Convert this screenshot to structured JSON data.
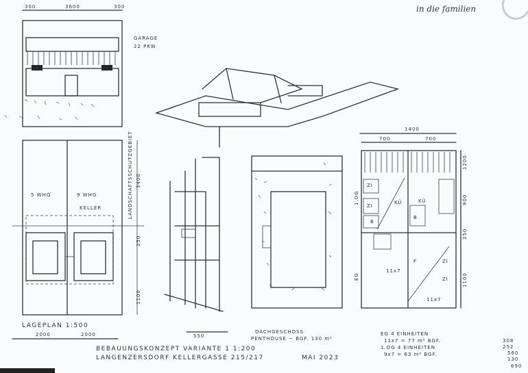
{
  "note_top_right": "in die familien",
  "garage": {
    "dims": [
      "300",
      "3600",
      "300"
    ],
    "label_1": "GARAGE",
    "label_2": "22 PKW"
  },
  "site_plan": {
    "unit_left": "5 WHG",
    "unit_right": "9 WHG",
    "cellar": "KELLER",
    "side_label": "LANDSCHAFTSSCHUTZGEBIET",
    "dim_top": "3400",
    "dim_mid": "250",
    "dim_bottom": "1100",
    "title": "LAGEPLAN 1:500",
    "dims_bottom": [
      "2000",
      "2000"
    ]
  },
  "section": {
    "dim": "550"
  },
  "roof_floor": {
    "title": "DACHGESCHOSS",
    "subtitle": "PENTHOUSE ~ BGF. 130 m²"
  },
  "floor_plan": {
    "dim_total": "1400",
    "dims_top": [
      "700",
      "700"
    ],
    "dims_right": [
      "1200",
      "900",
      "250",
      "1100"
    ],
    "level_upper": "1.OG",
    "level_ground": "EG",
    "rooms": [
      "ZI",
      "ZI",
      "KÜ",
      "KÜ",
      "B",
      "B",
      "F",
      "ZI",
      "ZI"
    ],
    "area_labels": [
      "11x7",
      "11x7"
    ],
    "notes": [
      "EG 4 EINHEITEN",
      "11x7 = 77 m² BGF.",
      "1.OG 4 EINHEITEN",
      "9x7 = 63 m² BGF."
    ]
  },
  "footer": {
    "line_1": "BEBAUUNGSKONZEPT VARIANTE 1 1:200",
    "line_2": "LANGENZERSDORF KELLERGASSE 215/217",
    "date": "MAI 2023"
  },
  "margin_calc": [
    "308",
    "252",
    "560",
    "130",
    "690"
  ]
}
